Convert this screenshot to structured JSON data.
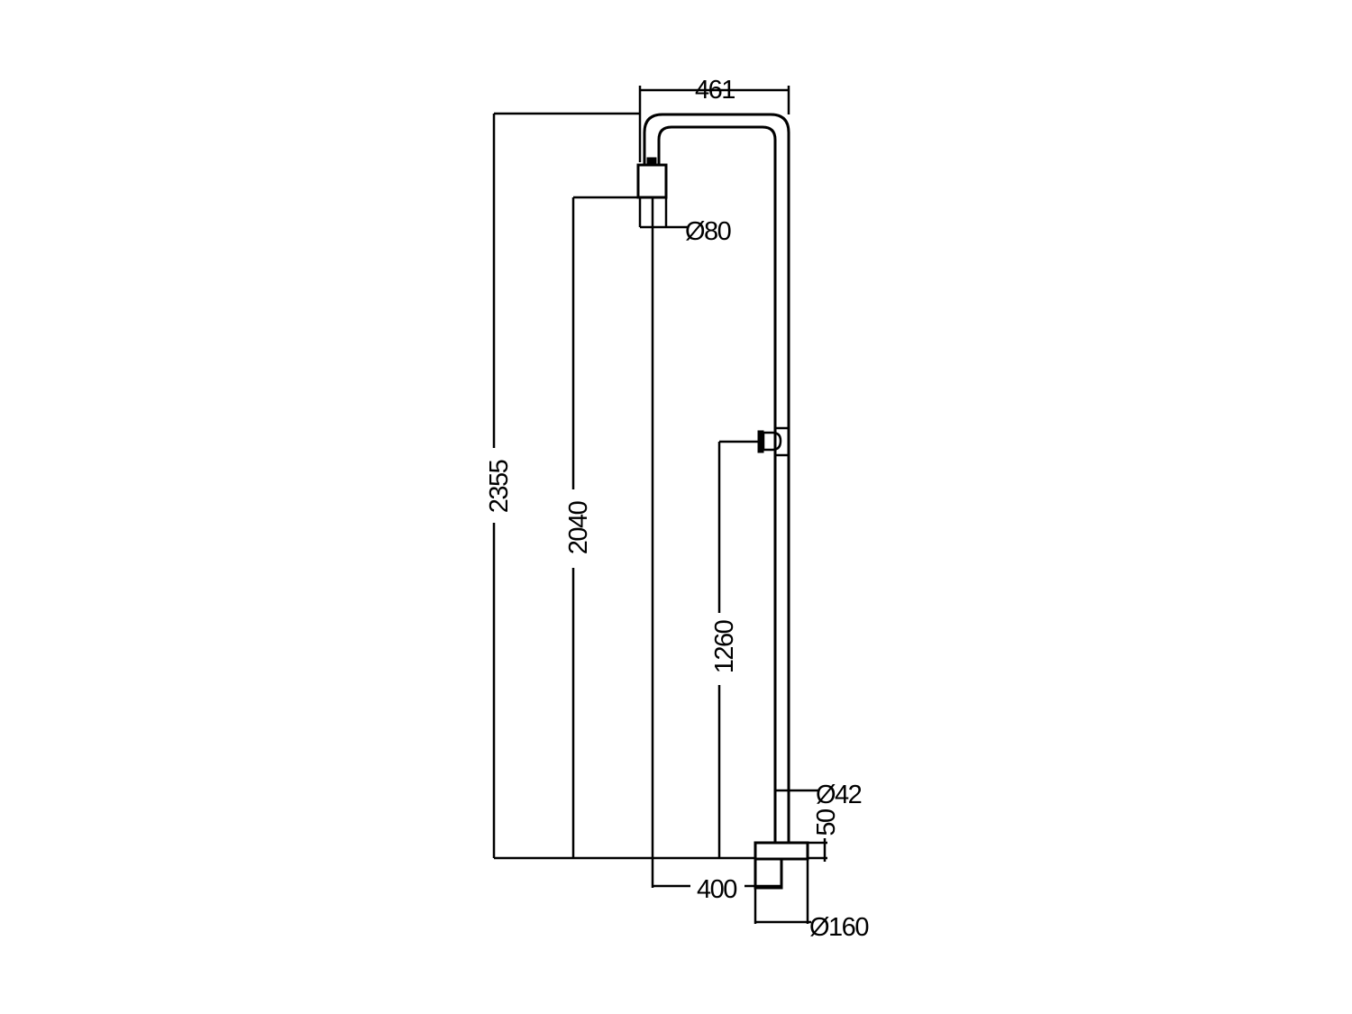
{
  "dimensions": {
    "overall_width": "461",
    "head_diameter": "Ø80",
    "overall_height": "2355",
    "head_height": "2040",
    "valve_height": "1260",
    "pipe_diameter": "Ø42",
    "base_height": "50",
    "head_offset": "400",
    "base_diameter": "Ø160"
  }
}
